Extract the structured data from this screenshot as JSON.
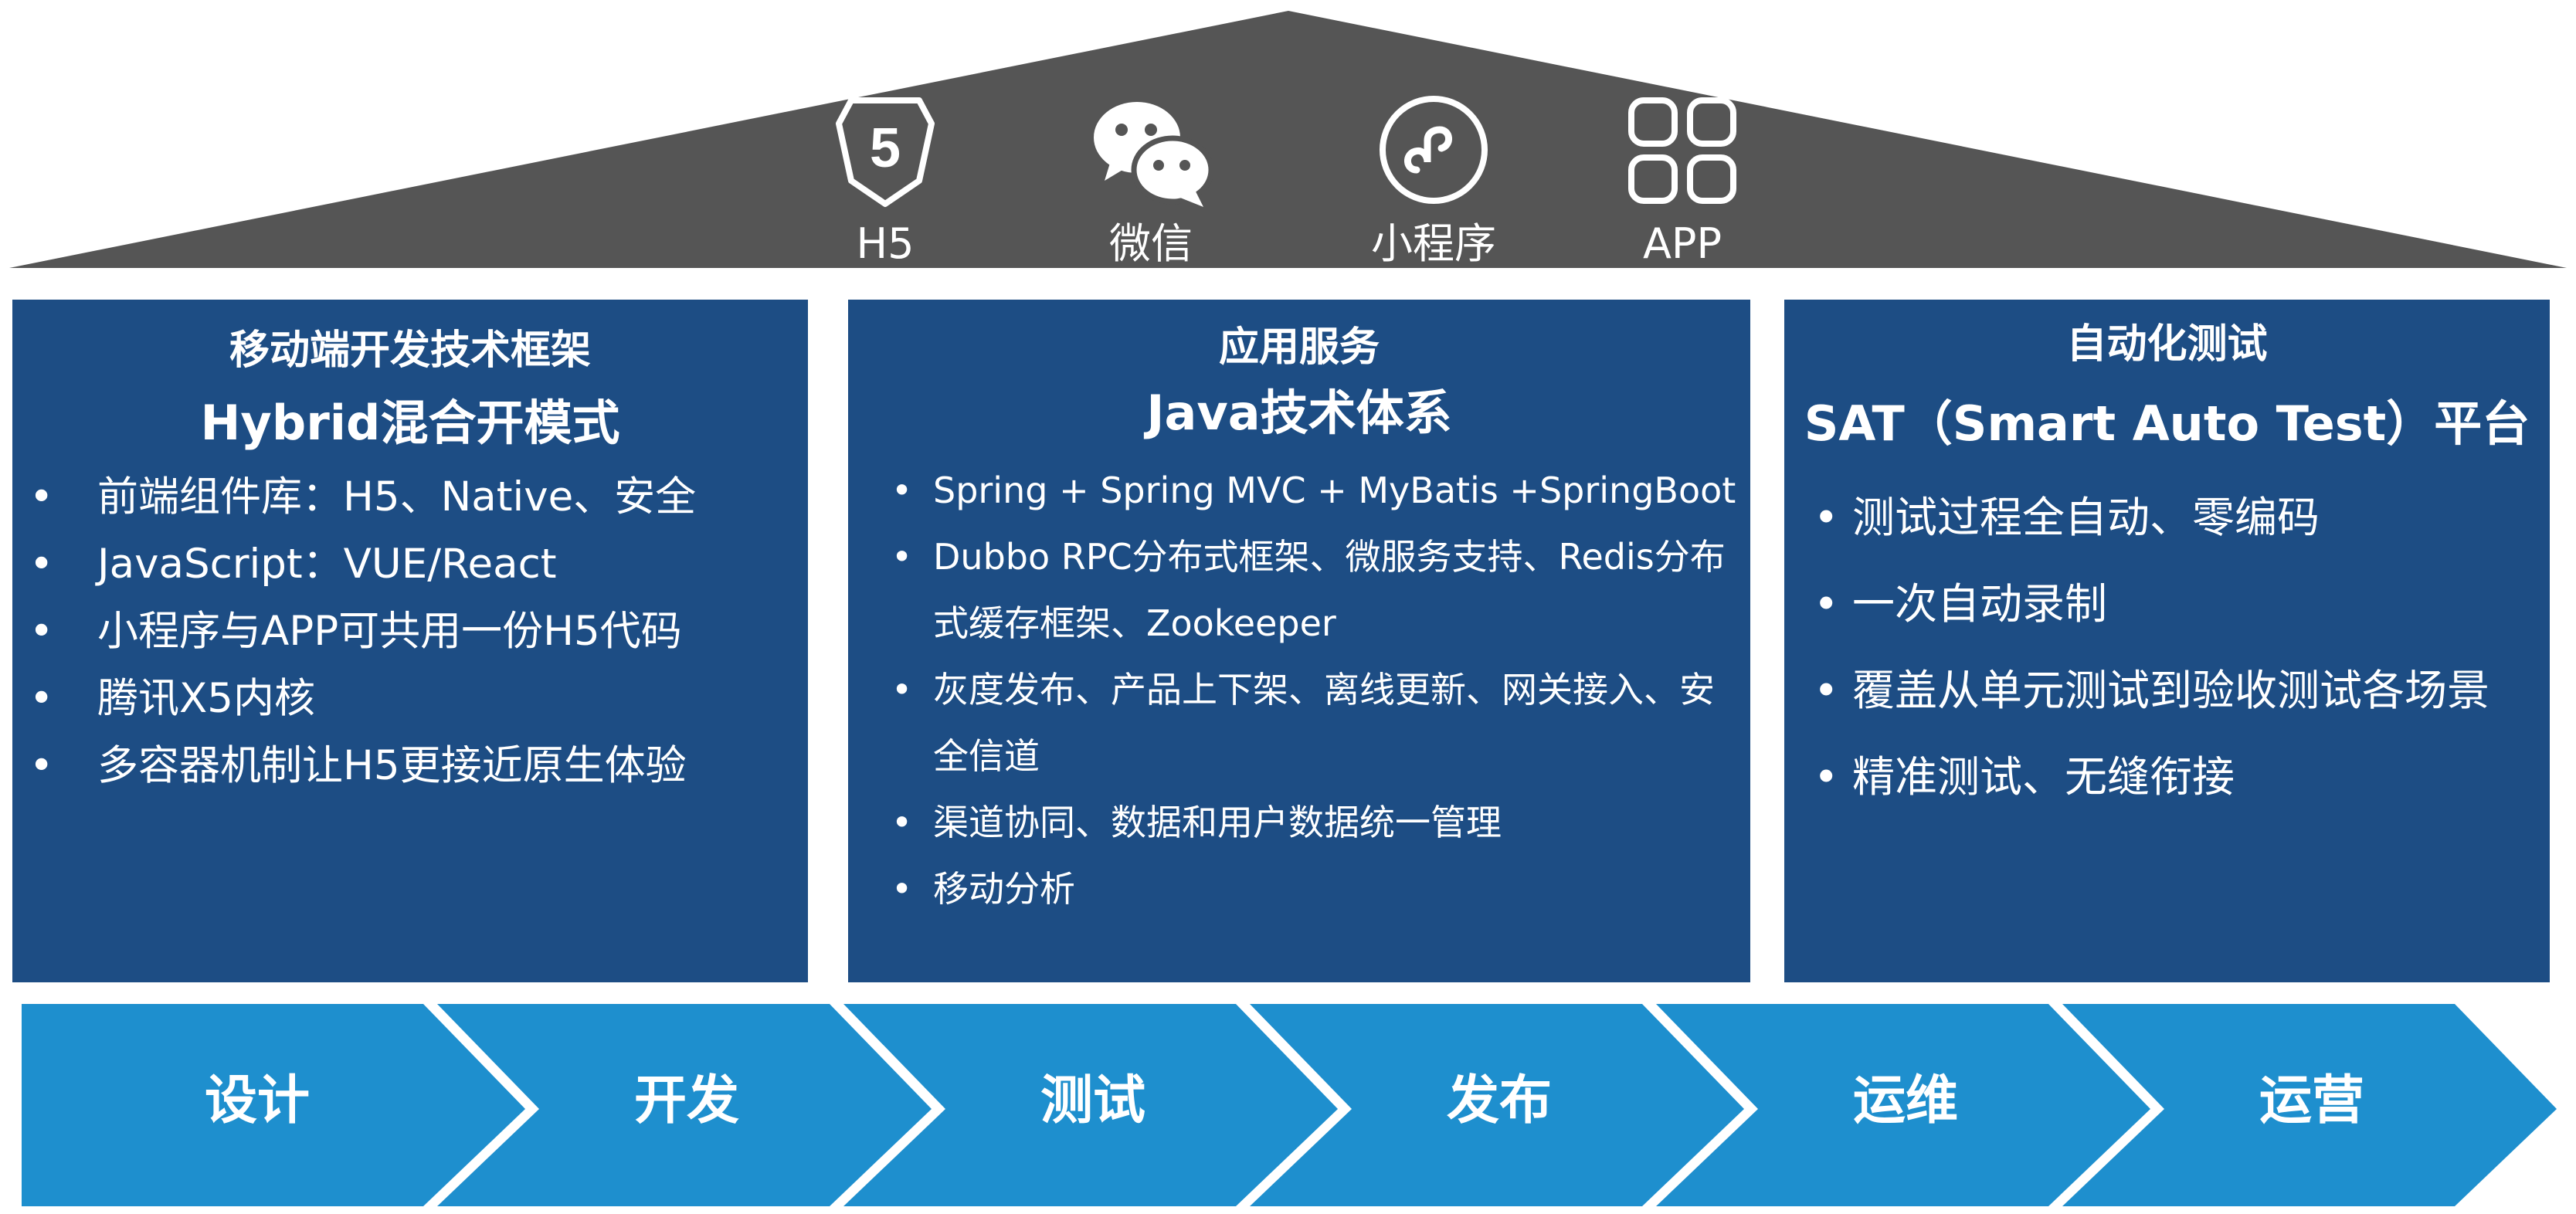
{
  "roof": {
    "color": "#555555",
    "channels": [
      {
        "label": "H5",
        "icon": "html5-shield-icon"
      },
      {
        "label": "微信",
        "icon": "wechat-icon"
      },
      {
        "label": "小程序",
        "icon": "mini-program-icon"
      },
      {
        "label": "APP",
        "icon": "app-grid-icon"
      }
    ],
    "html5_badge_text": "5"
  },
  "pillars": [
    {
      "title": "移动端开发技术框架",
      "subtitle": "Hybrid混合开模式",
      "items": [
        "前端组件库：H5、Native、安全",
        "JavaScript：VUE/React",
        "小程序与APP可共用一份H5代码",
        "腾讯X5内核",
        "多容器机制让H5更接近原生体验"
      ]
    },
    {
      "title": "应用服务",
      "subtitle": "Java技术体系",
      "items": [
        [
          "Spring + Spring MVC + MyBatis +SpringBoot"
        ],
        [
          "Dubbo RPC分布式框架、微服务支持、Redis分布",
          "式缓存框架、Zookeeper"
        ],
        [
          "灰度发布、产品上下架、离线更新、网关接入、安",
          "全信道"
        ],
        [
          "渠道协同、数据和用户数据统一管理"
        ],
        [
          "移动分析"
        ]
      ]
    },
    {
      "title": "自动化测试",
      "subtitle": "SAT（Smart Auto Test）平台",
      "items": [
        "测试过程全自动、零编码",
        "一次自动录制",
        "覆盖从单元测试到验收测试各场景",
        "精准测试、无缝衔接"
      ]
    }
  ],
  "pillar_color": "#1d4d84",
  "process": {
    "color": "#1e8fce",
    "steps": [
      "设计",
      "开发",
      "测试",
      "发布",
      "运维",
      "运营"
    ]
  }
}
